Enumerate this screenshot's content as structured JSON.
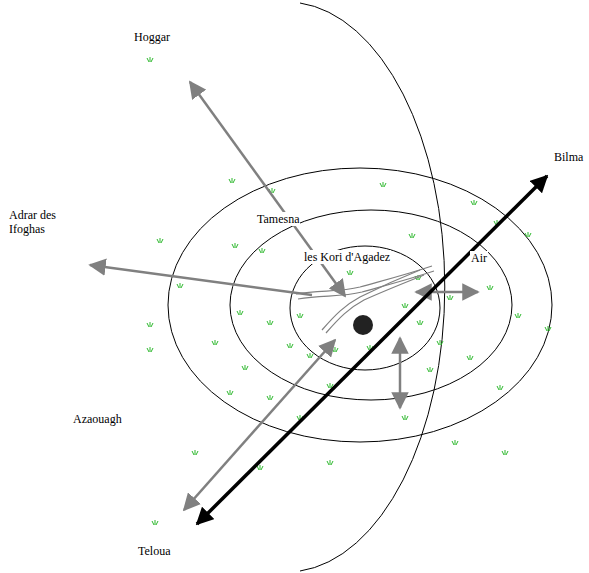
{
  "diagram": {
    "labels": [
      "Hoggar",
      "Bilma",
      "Adrar des Ifoghas",
      "Tamesna",
      "les Kori d'Agadez",
      "Air",
      "Azaouagh",
      "Teloua"
    ]
  }
}
